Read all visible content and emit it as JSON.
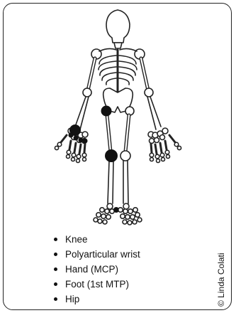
{
  "legend": {
    "items": [
      "Knee",
      "Polyarticular wrist",
      "Hand (MCP)",
      "Foot (1st MTP)",
      "Hip"
    ]
  },
  "credit": "© Linda Colati",
  "colors": {
    "bone_outline": "#222222",
    "bone_fill": "#ffffff",
    "marker": "#111111"
  },
  "icons": [
    "skeleton-figure",
    "joint-marker"
  ]
}
